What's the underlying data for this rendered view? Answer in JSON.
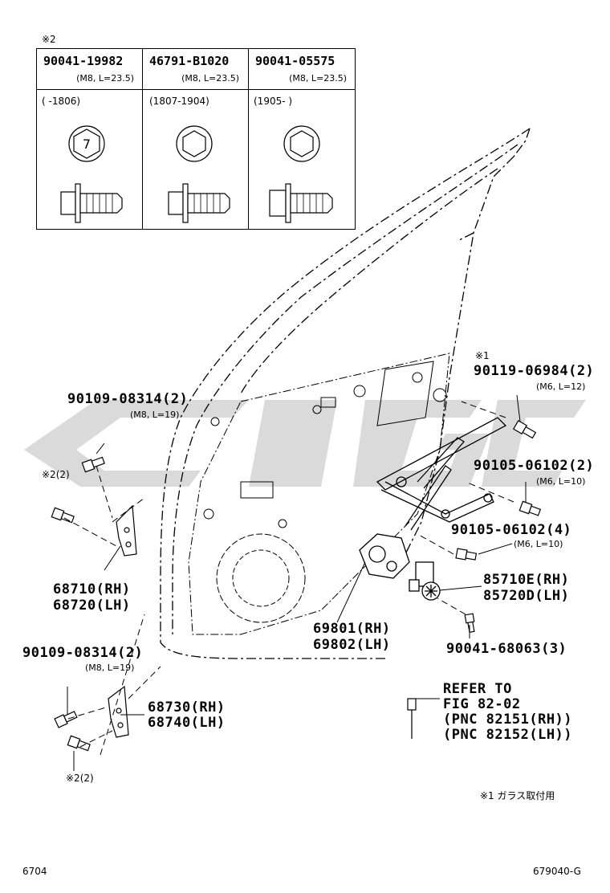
{
  "header_mark": "※2",
  "bolt_table": {
    "columns": [
      {
        "part_no": "90041-19982",
        "spec": "(M8, L=23.5)",
        "range": "(      -1806)",
        "has_mark": true,
        "mark": "7"
      },
      {
        "part_no": "46791-B1020",
        "spec": "(M8, L=23.5)",
        "range": "(1807-1904)",
        "has_mark": false
      },
      {
        "part_no": "90041-05575",
        "spec": "(M8, L=23.5)",
        "range": "(1905-      )",
        "has_mark": false
      }
    ]
  },
  "callouts": {
    "c1_mark": "※1",
    "c1_part": "90119-06984(2)",
    "c1_spec": "(M6, L=12)",
    "c2_part": "90105-06102(2)",
    "c2_spec": "(M6, L=10)",
    "c3_part": "90105-06102(4)",
    "c3_spec": "(M6, L=10)",
    "c4_part1": "85710E(RH)",
    "c4_part2": "85720D(LH)",
    "c5_part1": "69801(RH)",
    "c5_part2": "69802(LH)",
    "c6_part": "90041-68063(3)",
    "ref_1": "REFER TO",
    "ref_2": "FIG 82-02",
    "ref_3": "(PNC 82151(RH))",
    "ref_4": "(PNC 82152(LH))",
    "h1_part": "90109-08314(2)",
    "h1_spec": "(M8, L=19)",
    "h1_mark": "※2(2)",
    "h1_hinge1": "68710(RH)",
    "h1_hinge2": "68720(LH)",
    "h2_part": "90109-08314(2)",
    "h2_spec": "(M8, L=19)",
    "h2_hinge1": "68730(RH)",
    "h2_hinge2": "68740(LH)",
    "h2_mark": "※2(2)"
  },
  "footnote": "※1  ガラス取付用",
  "footer_left": "6704",
  "footer_right": "679040-G"
}
